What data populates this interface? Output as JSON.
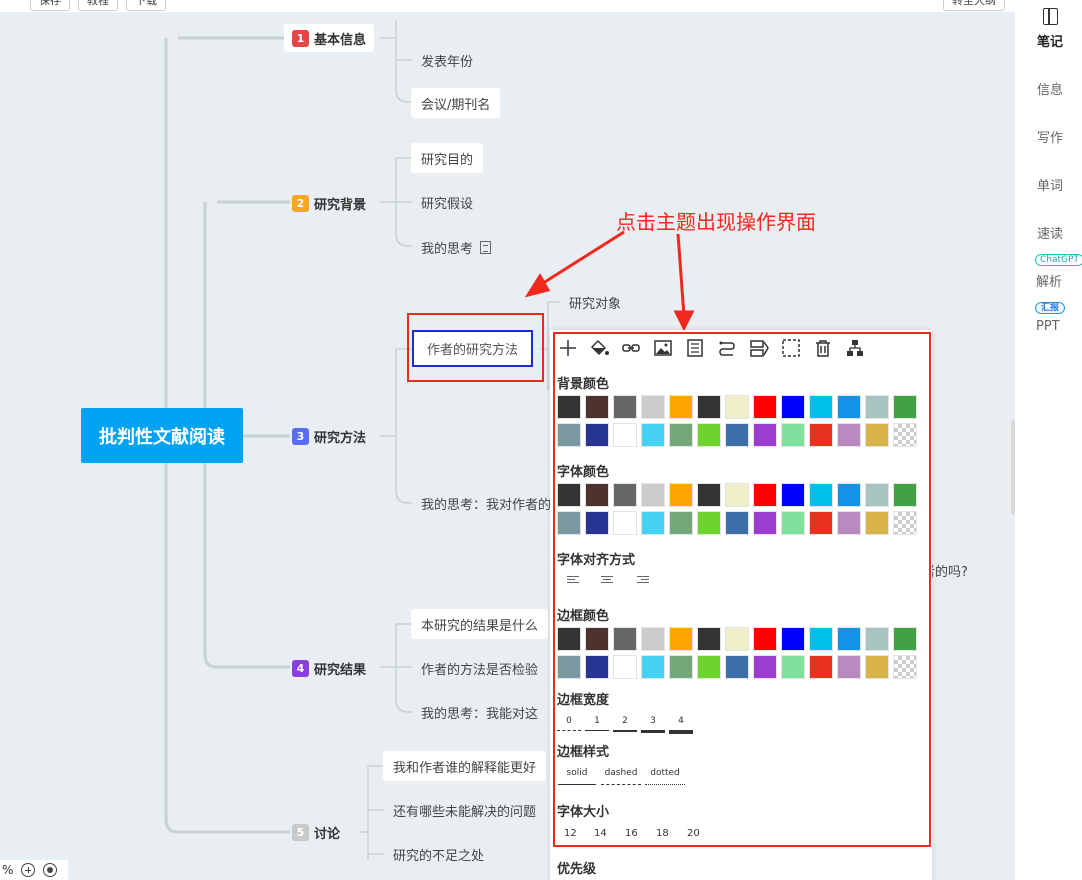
{
  "toolbar": {
    "save": "保存",
    "tutorial": "教程",
    "download": "下载",
    "switch_outline": "转至大纲"
  },
  "mindmap": {
    "root": "批判性文献阅读",
    "topics": [
      {
        "num": "1",
        "label": "基本信息",
        "color": "#e64545"
      },
      {
        "num": "2",
        "label": "研究背景",
        "color": "#f6a623"
      },
      {
        "num": "3",
        "label": "研究方法",
        "color": "#5a6df0"
      },
      {
        "num": "4",
        "label": "研究结果",
        "color": "#8a3ee0"
      },
      {
        "num": "5",
        "label": "讨论",
        "color": "#c9c9c9"
      }
    ],
    "leaves": {
      "t1": [
        "发表年份",
        "会议/期刊名"
      ],
      "t2": [
        "研究目的",
        "研究假设",
        "我的思考"
      ],
      "t3": [
        "作者的研究方法",
        "研究对象",
        "我的思考：我对作者的",
        "者的吗?"
      ],
      "t4": [
        "本研究的结果是什么",
        "作者的方法是否检验",
        "我的思考：我能对这"
      ],
      "t5": [
        "我和作者谁的解释能更好",
        "还有哪些未能解决的问题",
        "研究的不足之处"
      ]
    }
  },
  "annotation": "点击主题出现操作界面",
  "panel": {
    "tools": [
      "add-icon",
      "fill-icon",
      "link-icon",
      "image-icon",
      "list-icon",
      "relation-icon",
      "summary-icon",
      "frame-icon",
      "delete-icon",
      "structure-icon"
    ],
    "bg_title": "背景颜色",
    "font_color_title": "字体颜色",
    "align_title": "字体对齐方式",
    "border_color_title": "边框颜色",
    "border_width_title": "边框宽度",
    "border_widths": [
      "0",
      "1",
      "2",
      "3",
      "4"
    ],
    "border_style_title": "边框样式",
    "border_styles": [
      "solid",
      "dashed",
      "dotted"
    ],
    "font_size_title": "字体大小",
    "font_sizes": [
      "12",
      "14",
      "16",
      "18",
      "20"
    ],
    "priority_title": "优先级",
    "palette_row1": [
      "#333333",
      "#4d322e",
      "#666666",
      "#cccccc",
      "#ffa500",
      "#333333",
      "#f0f0c8",
      "#ff0000",
      "#0000ff",
      "#00c0e8",
      "#1493e8",
      "#a8c4c0",
      "#44a047"
    ],
    "palette_row2": [
      "#7a98a2",
      "#283593",
      "#ffffff",
      "#45d0f4",
      "#74a87a",
      "#6dd42d",
      "#3d6ea8",
      "#9a3dd0",
      "#7ee09a",
      "#e8321e",
      "#b88abf",
      "#d9b24a",
      "transparent"
    ]
  },
  "sidebar": {
    "notes": "笔记",
    "info": "信息",
    "writing": "写作",
    "words": "单词",
    "speed": "速读",
    "chatgpt": "ChatGPT",
    "analysis": "解析",
    "report": "汇报",
    "ppt": "PPT"
  },
  "zoom": {
    "pct": "%"
  }
}
